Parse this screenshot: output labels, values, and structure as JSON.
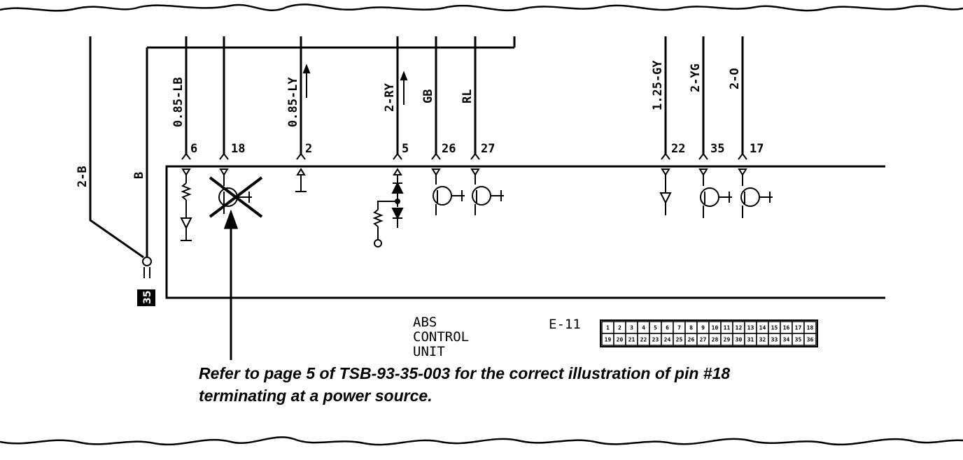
{
  "wires": {
    "ground_left": "2-B",
    "ground_right": "B",
    "pin6": "0.85-LB",
    "pin2": "0.85-LY",
    "pin5": "2-RY",
    "pin26": "GB",
    "pin27": "RL",
    "pin22": "1.25-GY",
    "pin35": "2-YG",
    "pin17": "2-O"
  },
  "pins": [
    "6",
    "18",
    "2",
    "5",
    "26",
    "27",
    "22",
    "35",
    "17"
  ],
  "ground_number": "35",
  "unit": {
    "line1": "ABS",
    "line2": "CONTROL",
    "line3": "UNIT"
  },
  "connector": {
    "id": "E-11",
    "top_row": [
      "1",
      "2",
      "3",
      "4",
      "5",
      "6",
      "7",
      "8",
      "9",
      "10",
      "11",
      "12",
      "13",
      "14",
      "15",
      "16",
      "17",
      "18"
    ],
    "bottom_row": [
      "19",
      "20",
      "21",
      "22",
      "23",
      "24",
      "25",
      "26",
      "27",
      "28",
      "29",
      "30",
      "31",
      "32",
      "33",
      "34",
      "35",
      "36"
    ]
  },
  "note": {
    "text": "Refer to page 5 of TSB-93-35-003 for the correct illustration of pin #18 terminating at a power source."
  }
}
